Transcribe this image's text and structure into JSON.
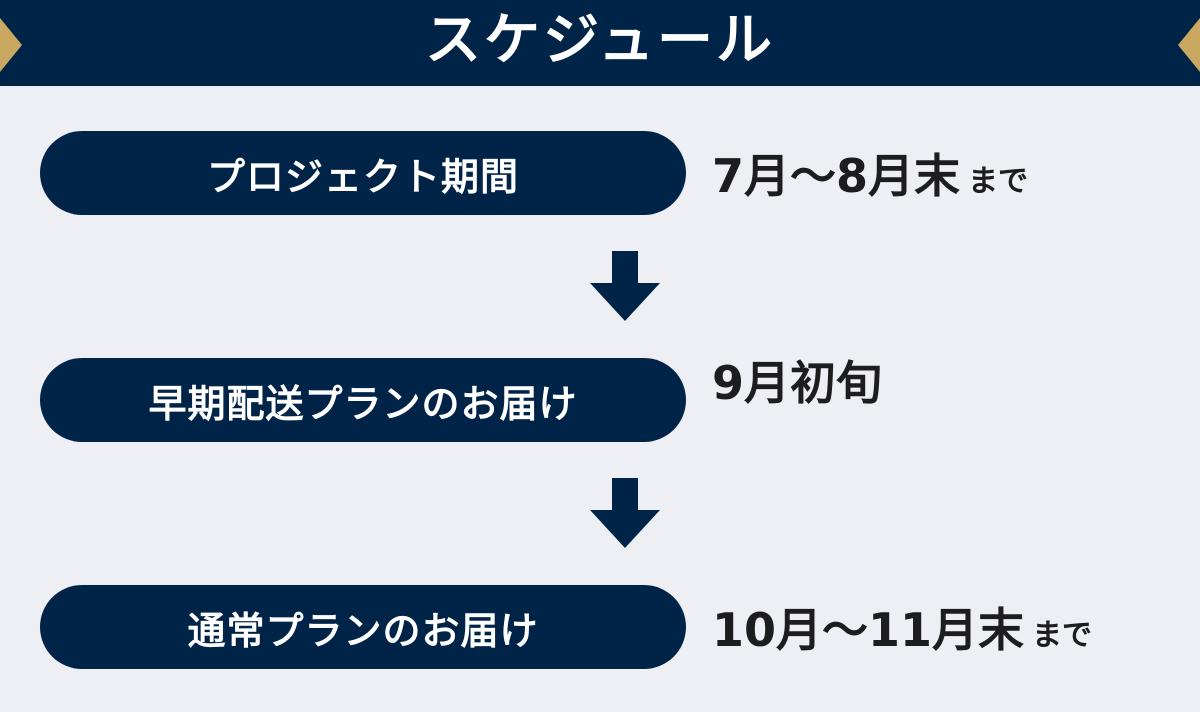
{
  "header": {
    "title": "スケジュール"
  },
  "colors": {
    "navy": "#002447",
    "background": "#eeeff5",
    "gold": "#c9a961",
    "text": "#1d1d1f"
  },
  "schedule": [
    {
      "label": "プロジェクト期間",
      "date": "7月〜8月末",
      "suffix": "まで"
    },
    {
      "label": "早期配送プランのお届け",
      "date": "9月初旬",
      "suffix": ""
    },
    {
      "label": "通常プランのお届け",
      "date": "10月〜11月末",
      "suffix": "まで"
    }
  ],
  "icons": {
    "arrow": "arrow-down-icon"
  }
}
